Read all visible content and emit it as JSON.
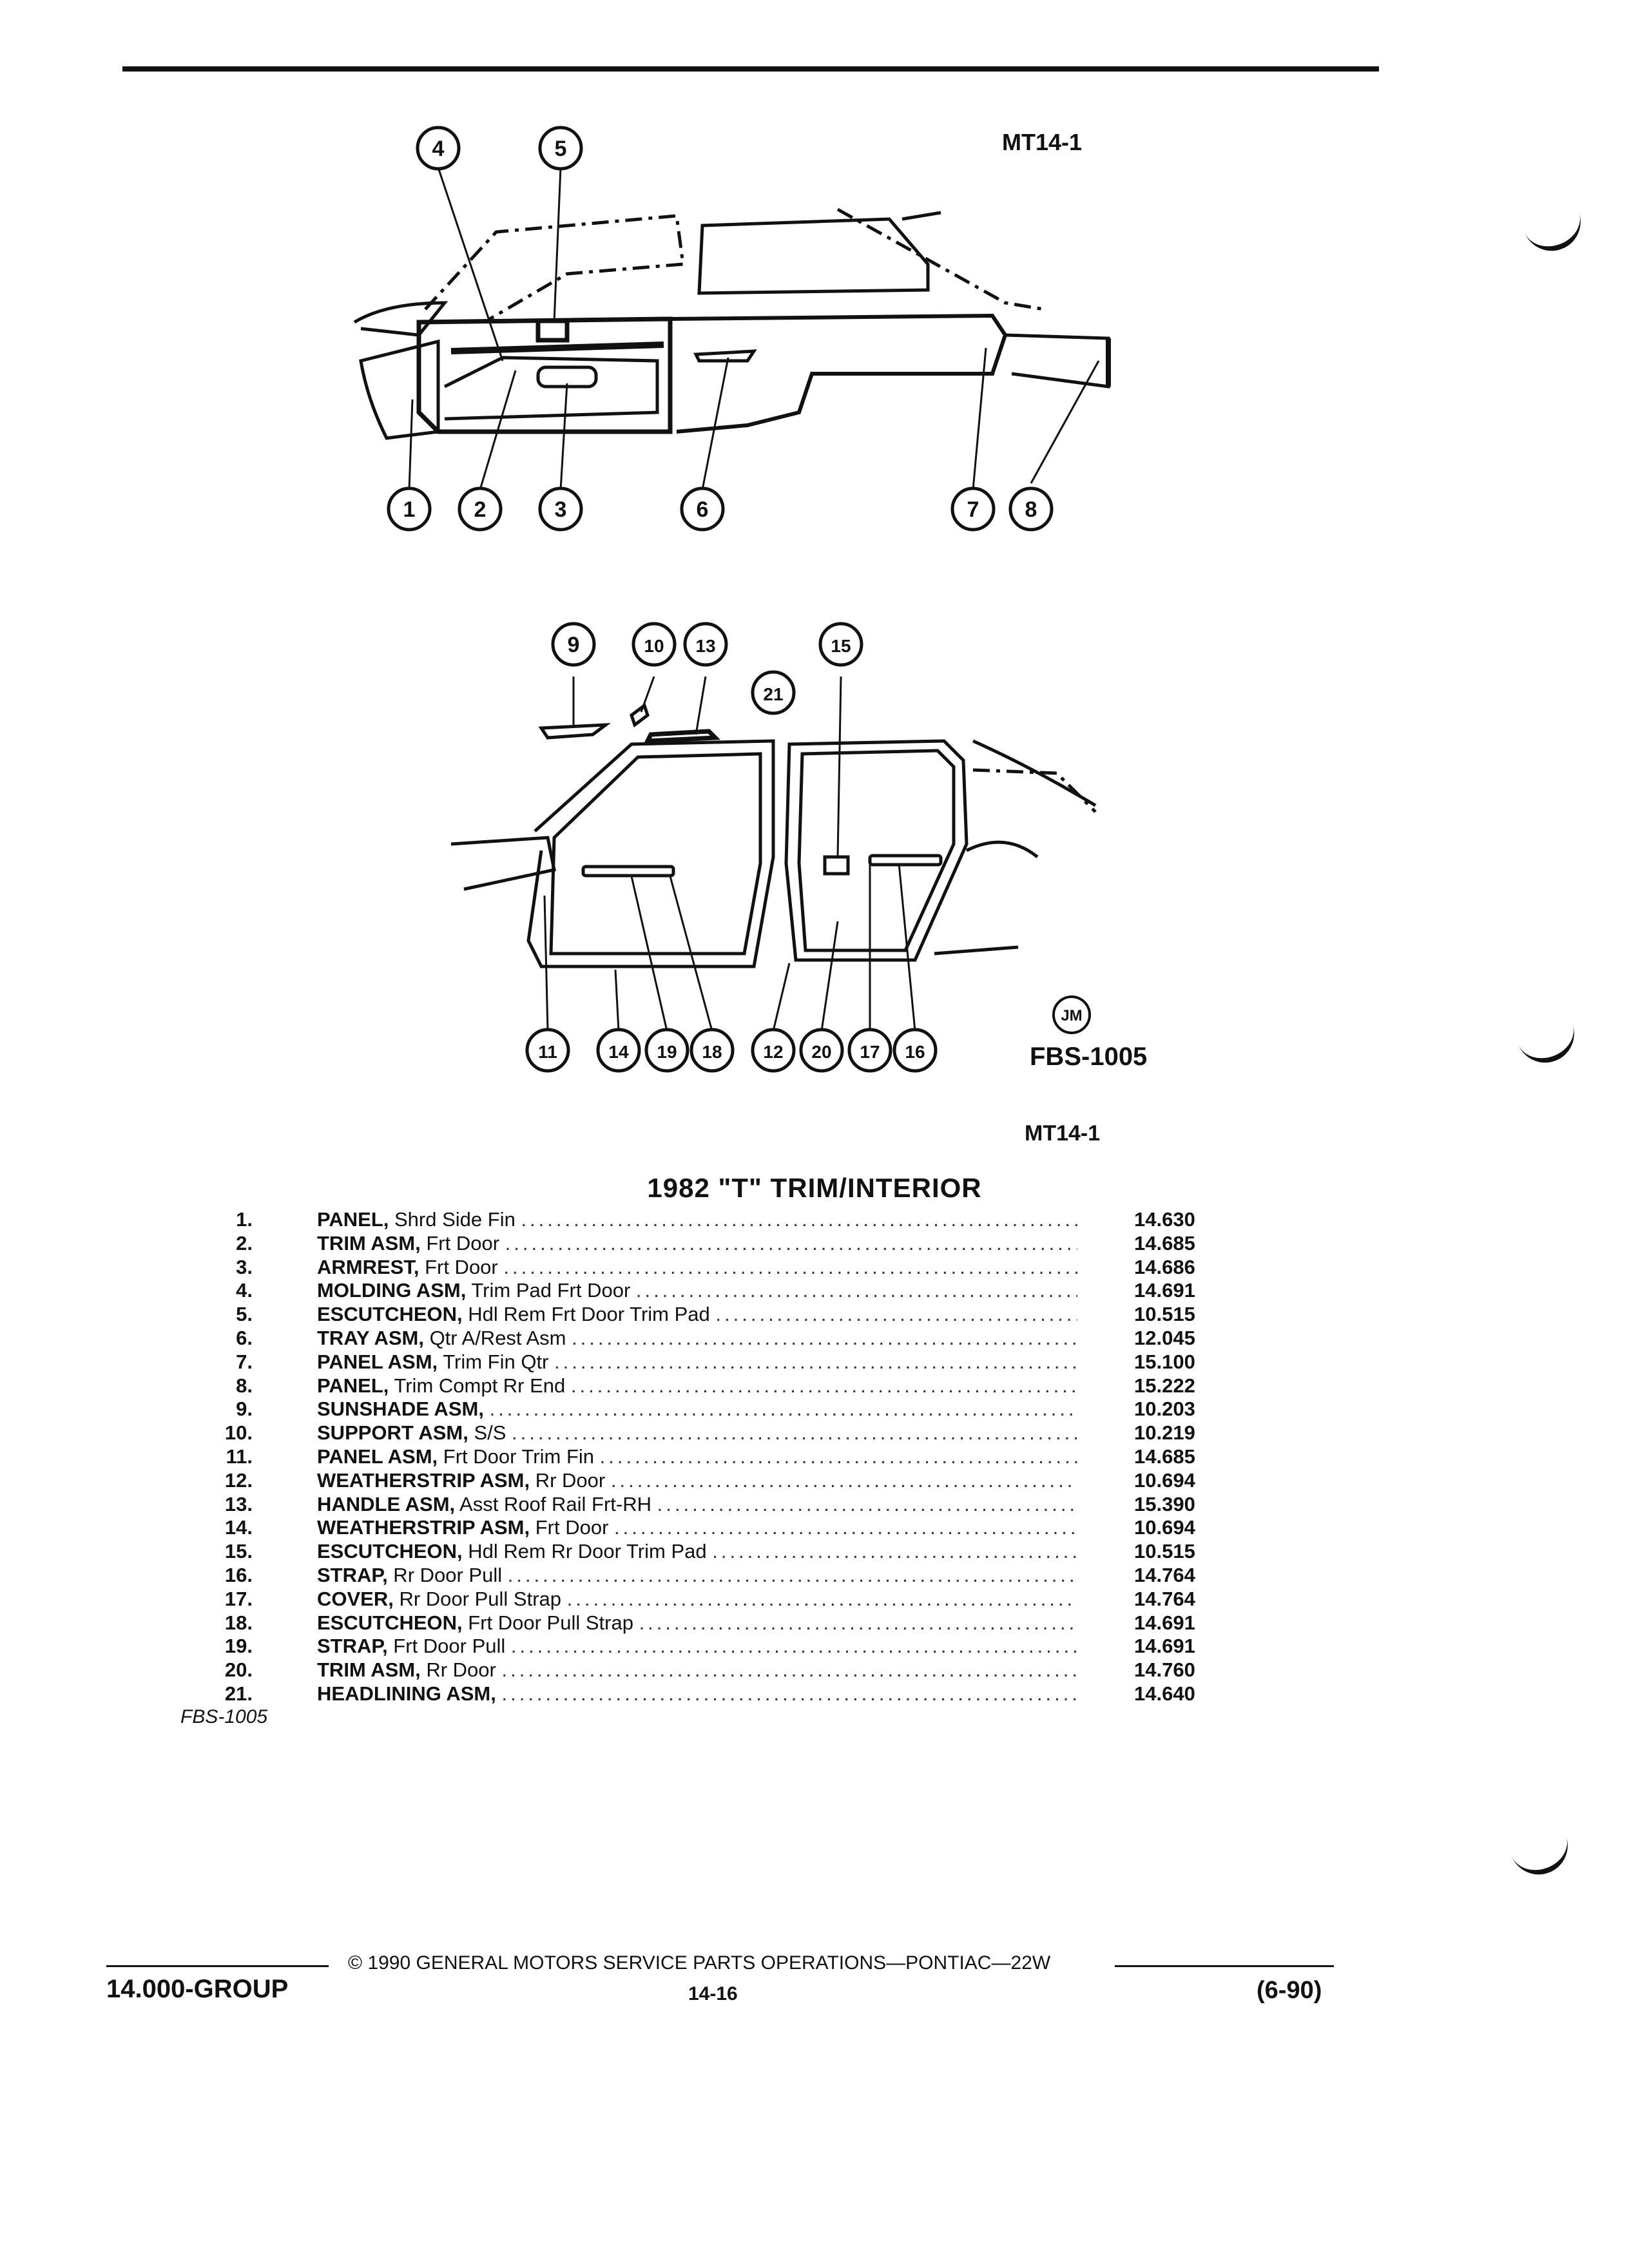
{
  "figure": {
    "id_top": "MT14-1",
    "code_lower": "FBS-1005",
    "code_badge": "JM",
    "id_caption": "MT14-1",
    "callouts_upper": [
      "1",
      "2",
      "3",
      "4",
      "5",
      "6",
      "7",
      "8"
    ],
    "callouts_lower": [
      "9",
      "10",
      "13",
      "21",
      "15",
      "11",
      "14",
      "19",
      "18",
      "12",
      "20",
      "17",
      "16"
    ]
  },
  "title": "1982 \"T\" TRIM/INTERIOR",
  "parts": [
    {
      "num": "1.",
      "name": "PANEL,",
      "detail": "Shrd Side Fin",
      "ref": "14.630"
    },
    {
      "num": "2.",
      "name": "TRIM ASM,",
      "detail": "Frt Door",
      "ref": "14.685"
    },
    {
      "num": "3.",
      "name": "ARMREST,",
      "detail": "Frt Door",
      "ref": "14.686"
    },
    {
      "num": "4.",
      "name": "MOLDING ASM,",
      "detail": "Trim Pad Frt Door",
      "ref": "14.691"
    },
    {
      "num": "5.",
      "name": "ESCUTCHEON,",
      "detail": "Hdl Rem Frt Door Trim Pad",
      "ref": "10.515"
    },
    {
      "num": "6.",
      "name": "TRAY ASM,",
      "detail": "Qtr A/Rest Asm",
      "ref": "12.045"
    },
    {
      "num": "7.",
      "name": "PANEL ASM,",
      "detail": "Trim Fin Qtr",
      "ref": "15.100"
    },
    {
      "num": "8.",
      "name": "PANEL,",
      "detail": "Trim Compt Rr End",
      "ref": "15.222"
    },
    {
      "num": "9.",
      "name": "SUNSHADE ASM,",
      "detail": "",
      "ref": "10.203"
    },
    {
      "num": "10.",
      "name": "SUPPORT ASM,",
      "detail": "S/S",
      "ref": "10.219"
    },
    {
      "num": "11.",
      "name": "PANEL ASM,",
      "detail": "Frt Door Trim Fin",
      "ref": "14.685"
    },
    {
      "num": "12.",
      "name": "WEATHERSTRIP ASM,",
      "detail": "Rr Door",
      "ref": "10.694"
    },
    {
      "num": "13.",
      "name": "HANDLE ASM,",
      "detail": "Asst Roof Rail Frt-RH",
      "ref": "15.390"
    },
    {
      "num": "14.",
      "name": "WEATHERSTRIP ASM,",
      "detail": "Frt Door",
      "ref": "10.694"
    },
    {
      "num": "15.",
      "name": "ESCUTCHEON,",
      "detail": "Hdl Rem Rr Door Trim Pad",
      "ref": "10.515"
    },
    {
      "num": "16.",
      "name": "STRAP,",
      "detail": "Rr Door Pull",
      "ref": "14.764"
    },
    {
      "num": "17.",
      "name": "COVER,",
      "detail": "Rr Door Pull Strap",
      "ref": "14.764"
    },
    {
      "num": "18.",
      "name": "ESCUTCHEON,",
      "detail": "Frt Door Pull Strap",
      "ref": "14.691"
    },
    {
      "num": "19.",
      "name": "STRAP,",
      "detail": "Frt Door Pull",
      "ref": "14.691"
    },
    {
      "num": "20.",
      "name": "TRIM ASM,",
      "detail": "Rr Door",
      "ref": "14.760"
    },
    {
      "num": "21.",
      "name": "HEADLINING ASM,",
      "detail": "",
      "ref": "14.640"
    }
  ],
  "footnote_code": "FBS-1005",
  "footer": {
    "copyright": "© 1990 GENERAL MOTORS SERVICE PARTS OPERATIONS—PONTIAC—22W",
    "group": "14.000-GROUP",
    "page": "14-16",
    "date": "(6-90)"
  }
}
